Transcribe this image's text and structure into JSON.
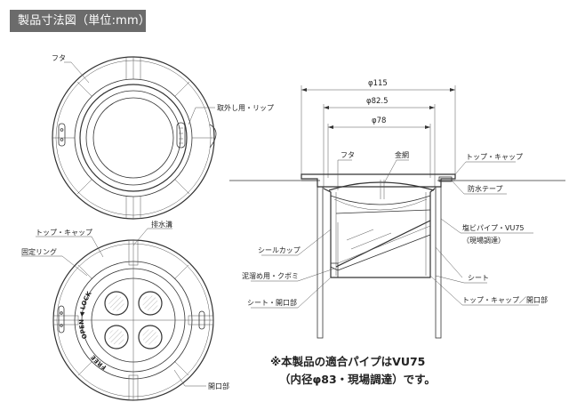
{
  "title": "製品寸法図（単位:mm）",
  "top_view": {
    "label_futa": "フタ",
    "label_lip": "取外し用・リップ"
  },
  "bottom_view": {
    "label_top_cap": "トップ・キャップ",
    "label_drain": "排水溝",
    "label_ring": "固定リング",
    "label_opening": "開口部",
    "ring_text": "OPEN ◀ LOCK",
    "ring_text2": "FREE"
  },
  "section": {
    "dim_115": "φ115",
    "dim_825": "φ82.5",
    "dim_78": "φ78",
    "label_futa": "フタ",
    "label_mesh": "金網",
    "label_top_cap": "トップ・キャップ",
    "label_tape": "防水テープ",
    "label_pipe": "塩ビパイプ・VU75",
    "label_pipe_note": "（現場調達）",
    "label_seal": "シールカップ",
    "label_mud": "泥溜め用・クボミ",
    "label_sheet_opening": "シート・開口部",
    "label_sheet": "シート",
    "label_cap_opening": "トップ・キャップ／開口部"
  },
  "note": {
    "line1": "※本製品の適合パイプはVU75",
    "line2": "（内径φ83・現場調達）です。"
  }
}
